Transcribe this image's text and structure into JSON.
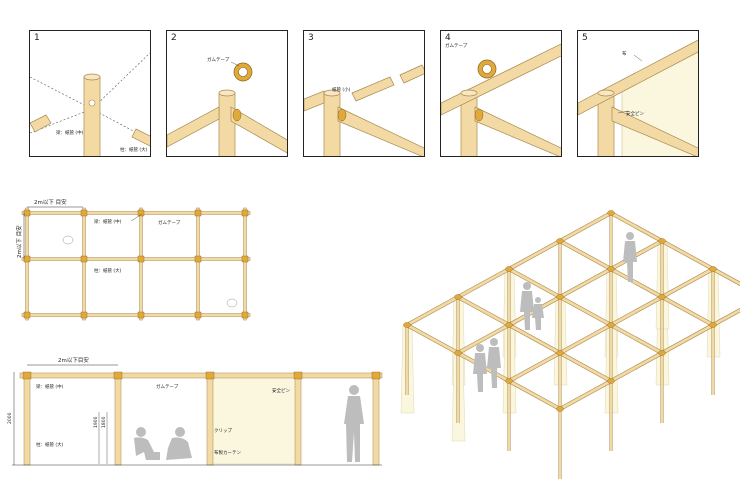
{
  "steps": [
    {
      "num": "1",
      "labels": {
        "horizontal_pipe": "梁：紙管 (中)",
        "pillar_pipe": "柱：紙管 (大)"
      }
    },
    {
      "num": "2",
      "labels": {
        "tape": "ガムテープ"
      }
    },
    {
      "num": "3",
      "labels": {
        "small_pipe": "紙管 (小)"
      }
    },
    {
      "num": "4",
      "labels": {
        "tape": "ガムテープ"
      }
    },
    {
      "num": "5",
      "labels": {
        "cloth": "布",
        "pin": "安全ピン"
      }
    }
  ],
  "plan": {
    "dimension": "2m以下 目安",
    "side_dimension": "2m以下 目安",
    "beam_label": "梁：紙管 (中)",
    "tape_label": "ガムテープ",
    "pillar_label": "柱：紙管 (大)"
  },
  "elevation": {
    "dimension": "2m以下目安",
    "height_2000": "2000",
    "height_1900": "1900",
    "height_1800": "1800",
    "beam_label": "梁：紙管 (中)",
    "pillar_label": "柱：紙管 (大)",
    "tape_label": "ガムテープ",
    "pin_label": "安全ピン",
    "clip_label": "クリップ",
    "curtain_label": "布製カーテン"
  },
  "colors": {
    "tube_fill": "#f3d9a4",
    "tube_stroke": "#a88a4e",
    "tape_fill": "#e0a93a",
    "cloth_fill": "#fbf7de",
    "figure_fill": "#bdbdbd"
  }
}
